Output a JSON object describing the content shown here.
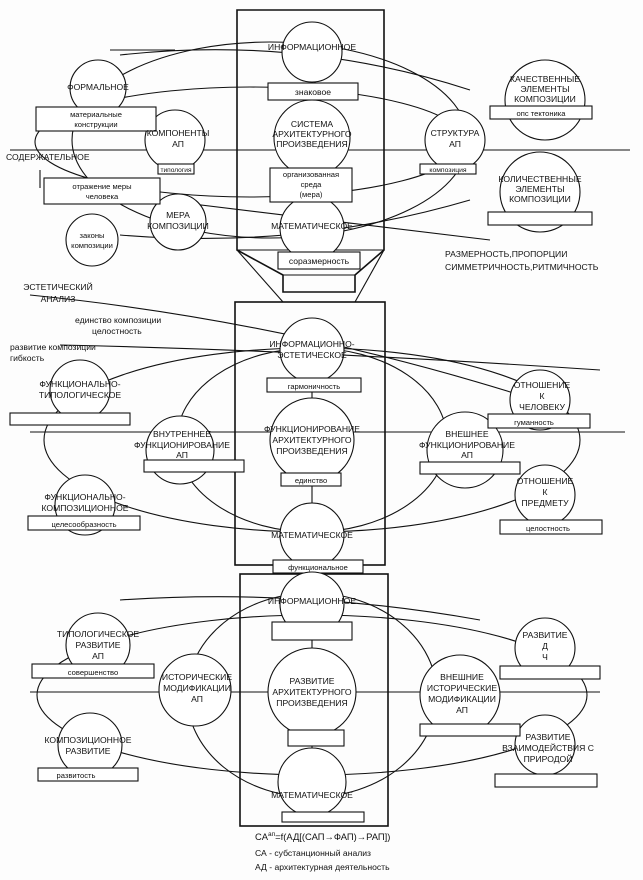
{
  "block1": {
    "top_circle": "ИНФОРМАЦИОННОЕ",
    "top_box": "знаковое",
    "center": [
      "СИСТЕМА",
      "АРХИТЕКТУРНОГО",
      "ПРОИЗВЕДЕНИЯ"
    ],
    "center_box": [
      "организованная",
      "среда",
      "(мера)"
    ],
    "bottom_circle": "МАТЕМАТИЧЕСКОЕ",
    "bottom_box": "соразмерность",
    "left_hub": [
      "КОМПОНЕНТЫ",
      "АП"
    ],
    "left_hub_tag": "типология",
    "formal": "ФОРМАЛЬНОЕ",
    "formal_box": [
      "материальные",
      "конструкции"
    ],
    "content": "СОДЕРЖАТЕЛЬНОЕ",
    "content_box": [
      "отражение меры",
      "человека"
    ],
    "measure": [
      "МЕРА",
      "КОМПОЗИЦИИ"
    ],
    "laws": [
      "законы",
      "композиции"
    ],
    "right_hub": [
      "СТРУКТУРА",
      "АП"
    ],
    "right_hub_tag": "композиция",
    "qual": [
      "КАЧЕСТВЕННЫЕ",
      "ЭЛЕМЕНТЫ",
      "КОМПОЗИЦИИ"
    ],
    "qual_box": "опс тектоника",
    "quant": [
      "КОЛИЧЕСТВЕННЫЕ",
      "ЭЛЕМЕНТЫ",
      "КОМПОЗИЦИИ"
    ],
    "proportions": [
      "РАЗМЕРНОСТЬ,ПРОПОРЦИИ",
      "СИММЕТРИЧНОСТЬ,РИТМИЧНОСТЬ"
    ]
  },
  "block2": {
    "aesthetic": [
      "ЭСТЕТИЧЕСКИЙ",
      "АНАЛИЗ"
    ],
    "unity_note": [
      "единство композиции",
      "целостность"
    ],
    "flex_note": [
      "развитие композиции",
      "гибкость"
    ],
    "top_circle": [
      "ИНФОРМАЦИОННО-",
      "ЭСТЕТИЧЕСКОЕ"
    ],
    "top_box": "гармоничность",
    "center": [
      "ФУНКЦИОНИРОВАНИЕ",
      "АРХИТЕКТУРНОГО",
      "ПРОИЗВЕДЕНИЯ"
    ],
    "center_box": "единство",
    "bottom_circle": "МАТЕМАТИЧЕСКОЕ",
    "bottom_box": "функциональное",
    "func_typ": [
      "ФУНКЦИОНАЛЬНО-",
      "ТИПОЛОГИЧЕСКОЕ"
    ],
    "inner": [
      "ВНУТРЕННЕЕ",
      "ФУНКЦИОНИРОВАНИЕ",
      "АП"
    ],
    "func_comp": [
      "ФУНКЦИОНАЛЬНО-",
      "КОМПОЗИЦИОННОЕ"
    ],
    "func_comp_box": "целесообразность",
    "outer": [
      "ВНЕШНЕЕ",
      "ФУНКЦИОНИРОВАНИЕ",
      "АП"
    ],
    "to_human": [
      "ОТНОШЕНИЕ",
      "К",
      "ЧЕЛОВЕКУ"
    ],
    "to_human_box": "гуманность",
    "to_object": [
      "ОТНОШЕНИЕ",
      "К",
      "ПРЕДМЕТУ"
    ],
    "to_object_box": "целостность"
  },
  "block3": {
    "top_circle": "ИНФОРМАЦИОННОЕ",
    "center": [
      "РАЗВИТИЕ",
      "АРХИТЕКТУРНОГО",
      "ПРОИЗВЕДЕНИЯ"
    ],
    "bottom_circle": "МАТЕМАТИЧЕСКОЕ",
    "typ_dev": [
      "ТИПОЛОГИЧЕСКОЕ",
      "РАЗВИТИЕ",
      "АП"
    ],
    "typ_dev_box": "совершенство",
    "hist": [
      "ИСТОРИЧЕСКИЕ",
      "МОДИФИКАЦИИ",
      "АП"
    ],
    "comp_dev": [
      "КОМПОЗИЦИОННОЕ",
      "РАЗВИТИЕ"
    ],
    "comp_dev_box": "развитость",
    "dev_dch": [
      "РАЗВИТИЕ",
      "Д",
      "Ч"
    ],
    "ext_hist": [
      "ВНЕШНИЕ",
      "ИСТОРИЧЕСКИЕ",
      "МОДИФИКАЦИИ",
      "АП"
    ],
    "nature": [
      "РАЗВИТИЕ",
      "ВЗАИМОДЕЙСТВИЯ С",
      "ПРИРОДОЙ"
    ]
  },
  "formula": {
    "lhs": "CA",
    "sup": "ап",
    "rhs": "=f(АД[(САП→ФАП)→РАП])",
    "legend": [
      "СА   - субстанционный анализ",
      "АД   - архитектурная деятельность"
    ]
  }
}
